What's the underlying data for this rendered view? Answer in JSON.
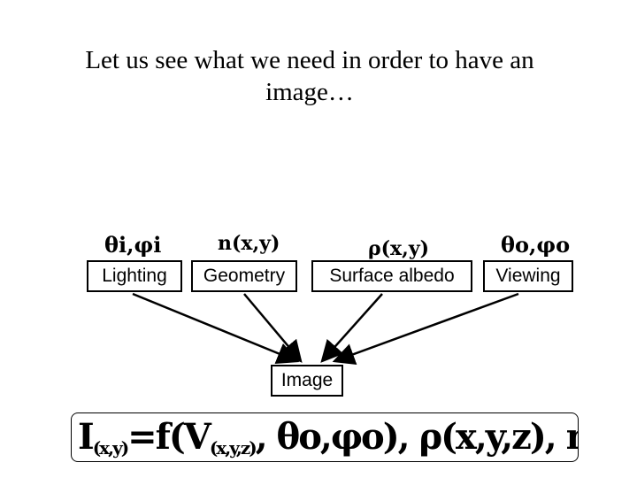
{
  "title": {
    "line1": "Let us see what we need in order to have an",
    "line2": "image…"
  },
  "inputs": {
    "lighting": {
      "label": "Lighting",
      "symbol": "θi,φi"
    },
    "geometry": {
      "label": "Geometry",
      "symbol": "n(x,y)"
    },
    "albedo": {
      "label": "Surface albedo",
      "symbol": "ρ(x,y)"
    },
    "viewing": {
      "label": "Viewing",
      "symbol": "θo,φo"
    }
  },
  "output": {
    "label": "Image"
  },
  "formula": {
    "lhs": "I",
    "lhs_sub": "(x,y)",
    "rhs": "=f(V",
    "rhs_sub": "(x,y,z)",
    "rest": ", θo,φo), ρ(x,y,z), n(x,y,z), s(θi,φi))"
  }
}
